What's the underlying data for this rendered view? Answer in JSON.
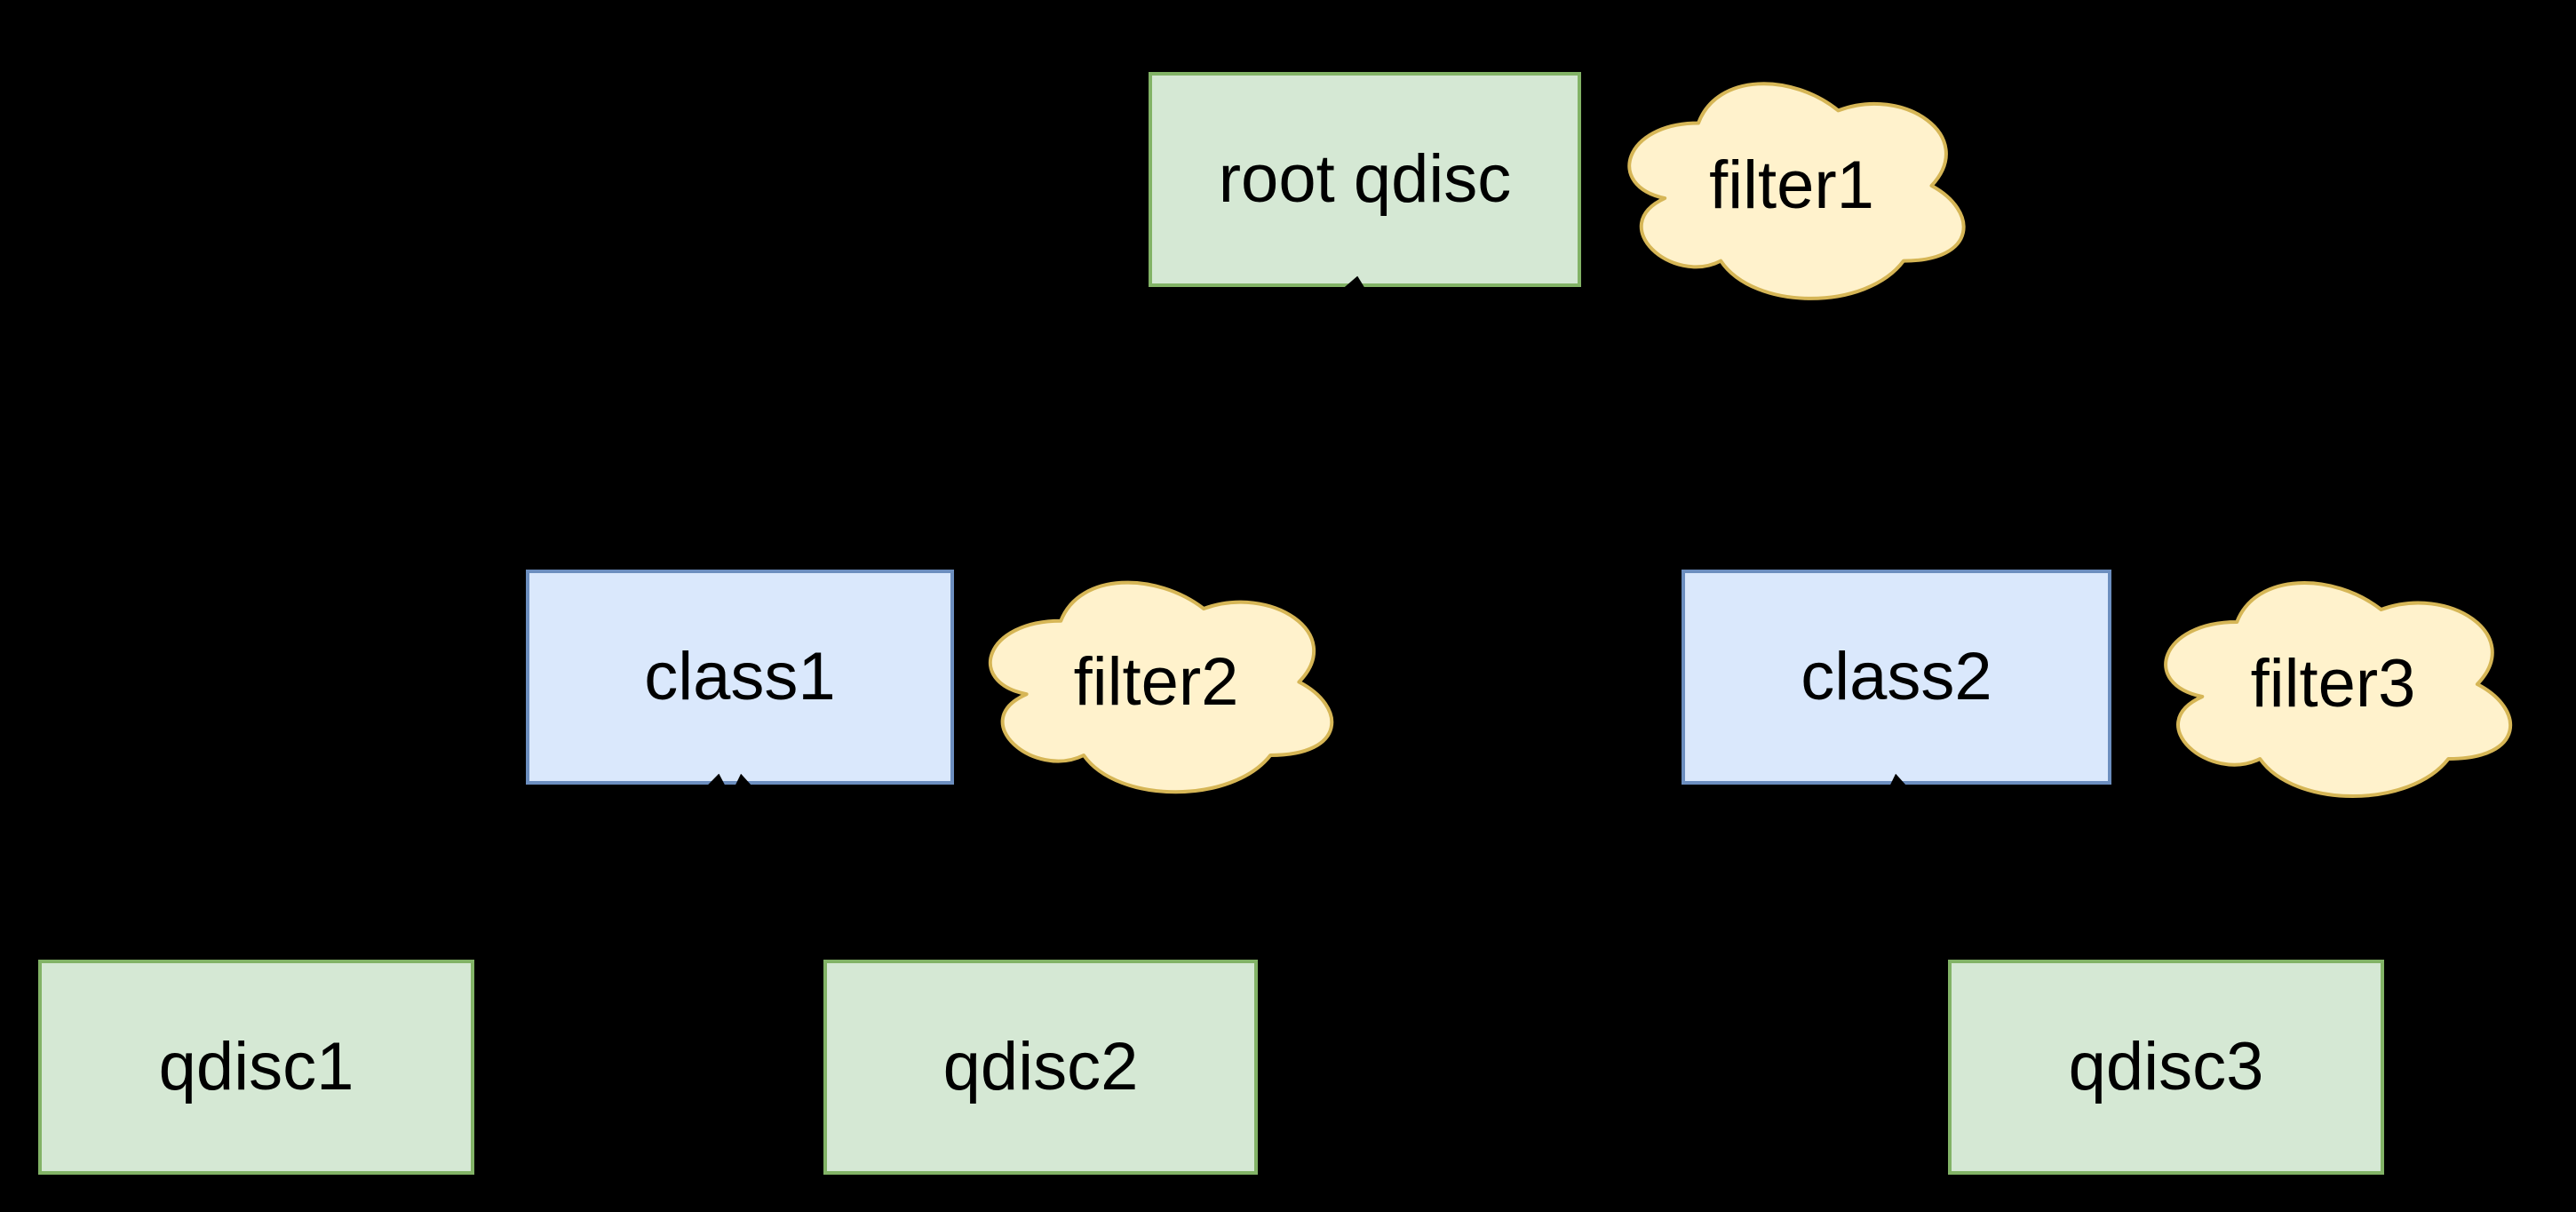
{
  "palette": {
    "canvas_bg": "#000000",
    "qdisc_fill": "#d5e8d4",
    "qdisc_stroke": "#82b366",
    "class_fill": "#dae8fc",
    "class_stroke": "#6c8ebf",
    "filter_fill": "#fff2cc",
    "filter_stroke": "#d6b656",
    "text_color": "#000000",
    "connector_color": "#000000"
  },
  "nodes": {
    "root": {
      "label": "root qdisc",
      "kind": "qdisc"
    },
    "class1": {
      "label": "class1",
      "kind": "class"
    },
    "class2": {
      "label": "class2",
      "kind": "class"
    },
    "qdisc1": {
      "label": "qdisc1",
      "kind": "qdisc"
    },
    "qdisc2": {
      "label": "qdisc2",
      "kind": "qdisc"
    },
    "qdisc3": {
      "label": "qdisc3",
      "kind": "qdisc"
    }
  },
  "filters": {
    "filter1": {
      "label": "filter1",
      "attached_to": "root qdisc"
    },
    "filter2": {
      "label": "filter2",
      "attached_to": "class1"
    },
    "filter3": {
      "label": "filter3",
      "attached_to": "class2"
    }
  }
}
